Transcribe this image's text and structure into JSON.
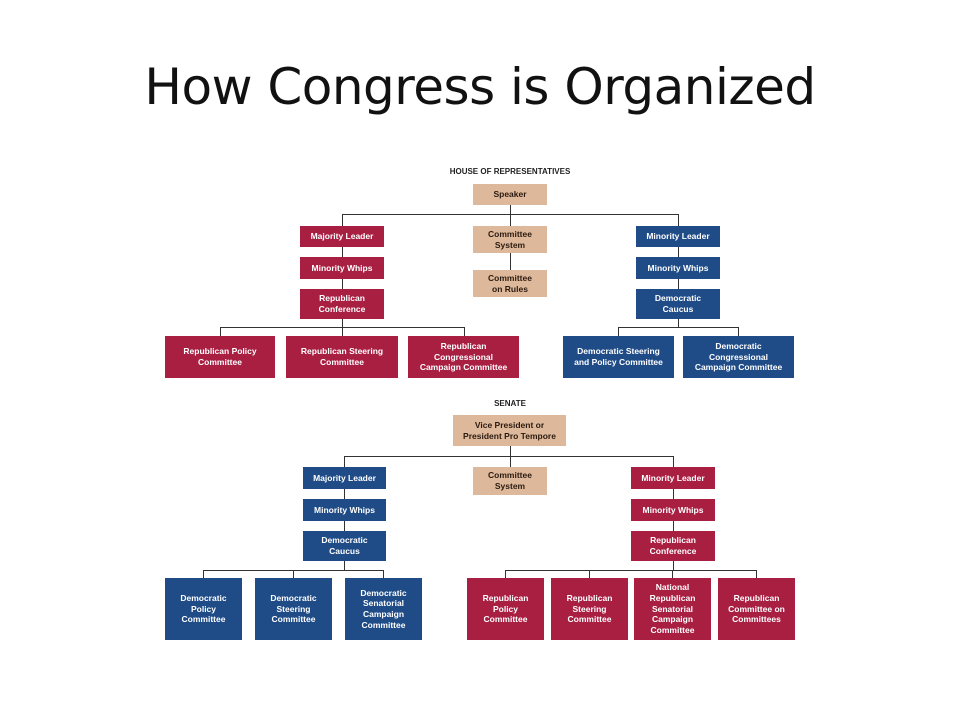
{
  "title": "How Congress is Organized",
  "colors": {
    "tan": "#ddb89a",
    "republican_red": "#a81f42",
    "democratic_blue": "#1f4b87"
  },
  "house": {
    "label": "HOUSE OF REPRESENTATIVES",
    "speaker": "Speaker",
    "committee_system": "Committee\nSystem",
    "committee_on_rules": "Committee\non Rules",
    "majority_leader": "Majority Leader",
    "majority_whips": "Minority Whips",
    "republican_conference": "Republican\nConference",
    "minority_leader": "Minority Leader",
    "minority_whips": "Minority Whips",
    "democratic_caucus": "Democratic\nCaucus",
    "republican_committees": [
      "Republican Policy\nCommittee",
      "Republican Steering\nCommittee",
      "Republican\nCongressional\nCampaign Committee"
    ],
    "democratic_committees": [
      "Democratic Steering\nand Policy Committee",
      "Democratic\nCongressional\nCampaign Committee"
    ]
  },
  "senate": {
    "label": "SENATE",
    "presiding": "Vice President or\nPresident Pro Tempore",
    "committee_system": "Committee\nSystem",
    "majority_leader": "Majority Leader",
    "majority_whips": "Minority Whips",
    "democratic_caucus": "Democratic\nCaucus",
    "minority_leader": "Minority Leader",
    "minority_whips": "Minority Whips",
    "republican_conference": "Republican\nConference",
    "democratic_committees": [
      "Democratic\nPolicy\nCommittee",
      "Democratic\nSteering\nCommittee",
      "Democratic\nSenatorial\nCampaign\nCommittee"
    ],
    "republican_committees": [
      "Republican\nPolicy\nCommittee",
      "Republican\nSteering\nCommittee",
      "National\nRepublican\nSenatorial\nCampaign\nCommittee",
      "Republican\nCommittee on\nCommittees"
    ]
  }
}
